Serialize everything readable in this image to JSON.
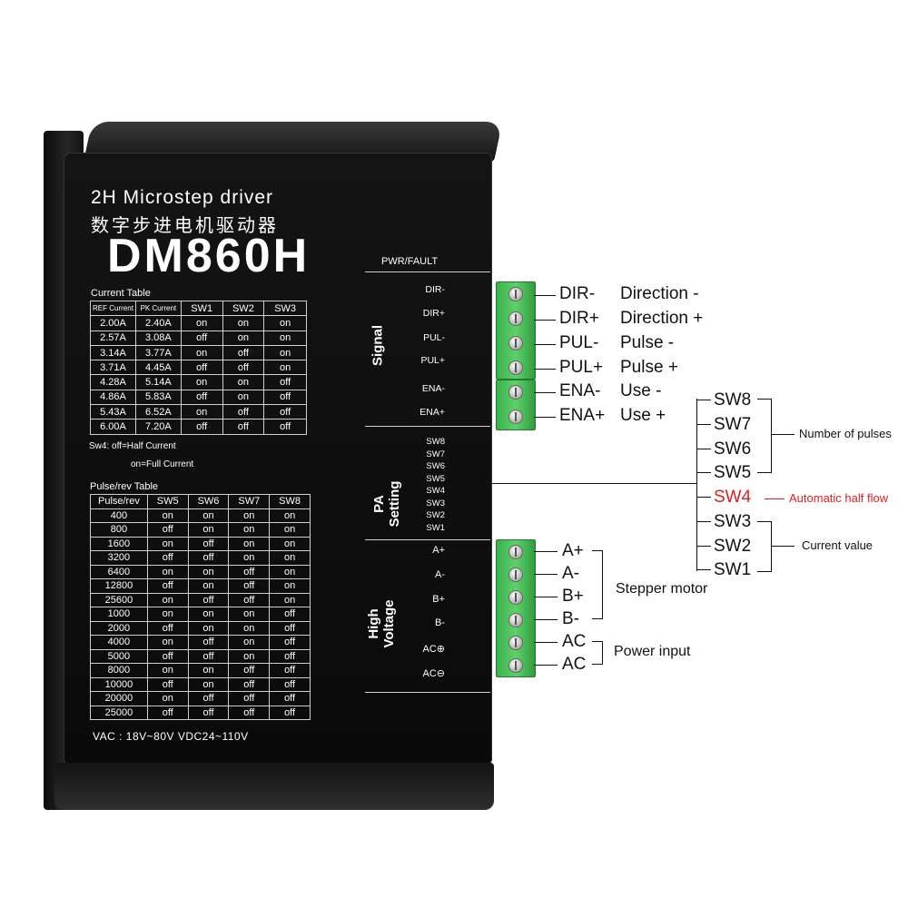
{
  "driver": {
    "title_en": "2H Microstep driver",
    "title_cn": "数字步进电机驱动器",
    "model": "DM860H",
    "current_table": {
      "title": "Current Table",
      "headers": [
        "REF Current",
        "PK Current",
        "SW1",
        "SW2",
        "SW3"
      ],
      "rows": [
        [
          "2.00A",
          "2.40A",
          "on",
          "on",
          "on"
        ],
        [
          "2.57A",
          "3.08A",
          "off",
          "on",
          "on"
        ],
        [
          "3.14A",
          "3.77A",
          "on",
          "off",
          "on"
        ],
        [
          "3.71A",
          "4.45A",
          "off",
          "off",
          "on"
        ],
        [
          "4.28A",
          "5.14A",
          "on",
          "on",
          "off"
        ],
        [
          "4.86A",
          "5.83A",
          "off",
          "on",
          "off"
        ],
        [
          "5.43A",
          "6.52A",
          "on",
          "off",
          "off"
        ],
        [
          "6.00A",
          "7.20A",
          "off",
          "off",
          "off"
        ]
      ]
    },
    "sw4_note_1": "Sw4:  off=Half Current",
    "sw4_note_2": "on=Full Current",
    "pulse_table": {
      "title": "Pulse/rev Table",
      "headers": [
        "Pulse/rev",
        "SW5",
        "SW6",
        "SW7",
        "SW8"
      ],
      "rows": [
        [
          "400",
          "on",
          "on",
          "on",
          "on"
        ],
        [
          "800",
          "off",
          "on",
          "on",
          "on"
        ],
        [
          "1600",
          "on",
          "off",
          "on",
          "on"
        ],
        [
          "3200",
          "off",
          "off",
          "on",
          "on"
        ],
        [
          "6400",
          "on",
          "on",
          "off",
          "on"
        ],
        [
          "12800",
          "off",
          "on",
          "off",
          "on"
        ],
        [
          "25600",
          "on",
          "off",
          "off",
          "on"
        ],
        [
          "1000",
          "on",
          "on",
          "on",
          "off"
        ],
        [
          "2000",
          "off",
          "on",
          "on",
          "off"
        ],
        [
          "4000",
          "on",
          "off",
          "on",
          "off"
        ],
        [
          "5000",
          "off",
          "off",
          "on",
          "off"
        ],
        [
          "8000",
          "on",
          "on",
          "off",
          "off"
        ],
        [
          "10000",
          "off",
          "on",
          "off",
          "off"
        ],
        [
          "20000",
          "on",
          "off",
          "off",
          "off"
        ],
        [
          "25000",
          "off",
          "off",
          "off",
          "off"
        ]
      ]
    },
    "voltage": "VAC : 18V~80V   VDC24~110V",
    "pwr_fault": "PWR/FAULT",
    "signal_label": "Signal",
    "signal_pins": [
      "DIR-",
      "DIR+",
      "PUL-",
      "PUL+",
      "ENA-",
      "ENA+"
    ],
    "pa_label_1": "PA",
    "pa_label_2": "Setting",
    "pa_pins": [
      "SW8",
      "SW7",
      "SW6",
      "SW5",
      "SW4",
      "SW3",
      "SW2",
      "SW1"
    ],
    "hv_label_1": "High",
    "hv_label_2": "Voltage",
    "hv_pins": [
      "A+",
      "A-",
      "B+",
      "B-",
      "AC⊕",
      "AC⊖"
    ]
  },
  "annotations": {
    "signal_terminals": [
      "DIR-",
      "DIR+",
      "PUL-",
      "PUL+",
      "ENA-",
      "ENA+"
    ],
    "signal_desc": [
      "Direction -",
      "Direction +",
      "Pulse -",
      "Pulse +",
      "Use -",
      "Use +"
    ],
    "switches": [
      "SW8",
      "SW7",
      "SW6",
      "SW5",
      "SW4",
      "SW3",
      "SW2",
      "SW1"
    ],
    "number_of_pulses": "Number of pulses",
    "automatic_half_flow": "Automatic half flow",
    "current_value": "Current value",
    "hv_terminals": [
      "A+",
      "A-",
      "B+",
      "B-",
      "AC",
      "AC"
    ],
    "stepper_motor": "Stepper motor",
    "power_input": "Power input",
    "highlight_color": "#e02020",
    "terminal_color": "#3fbf4f"
  }
}
